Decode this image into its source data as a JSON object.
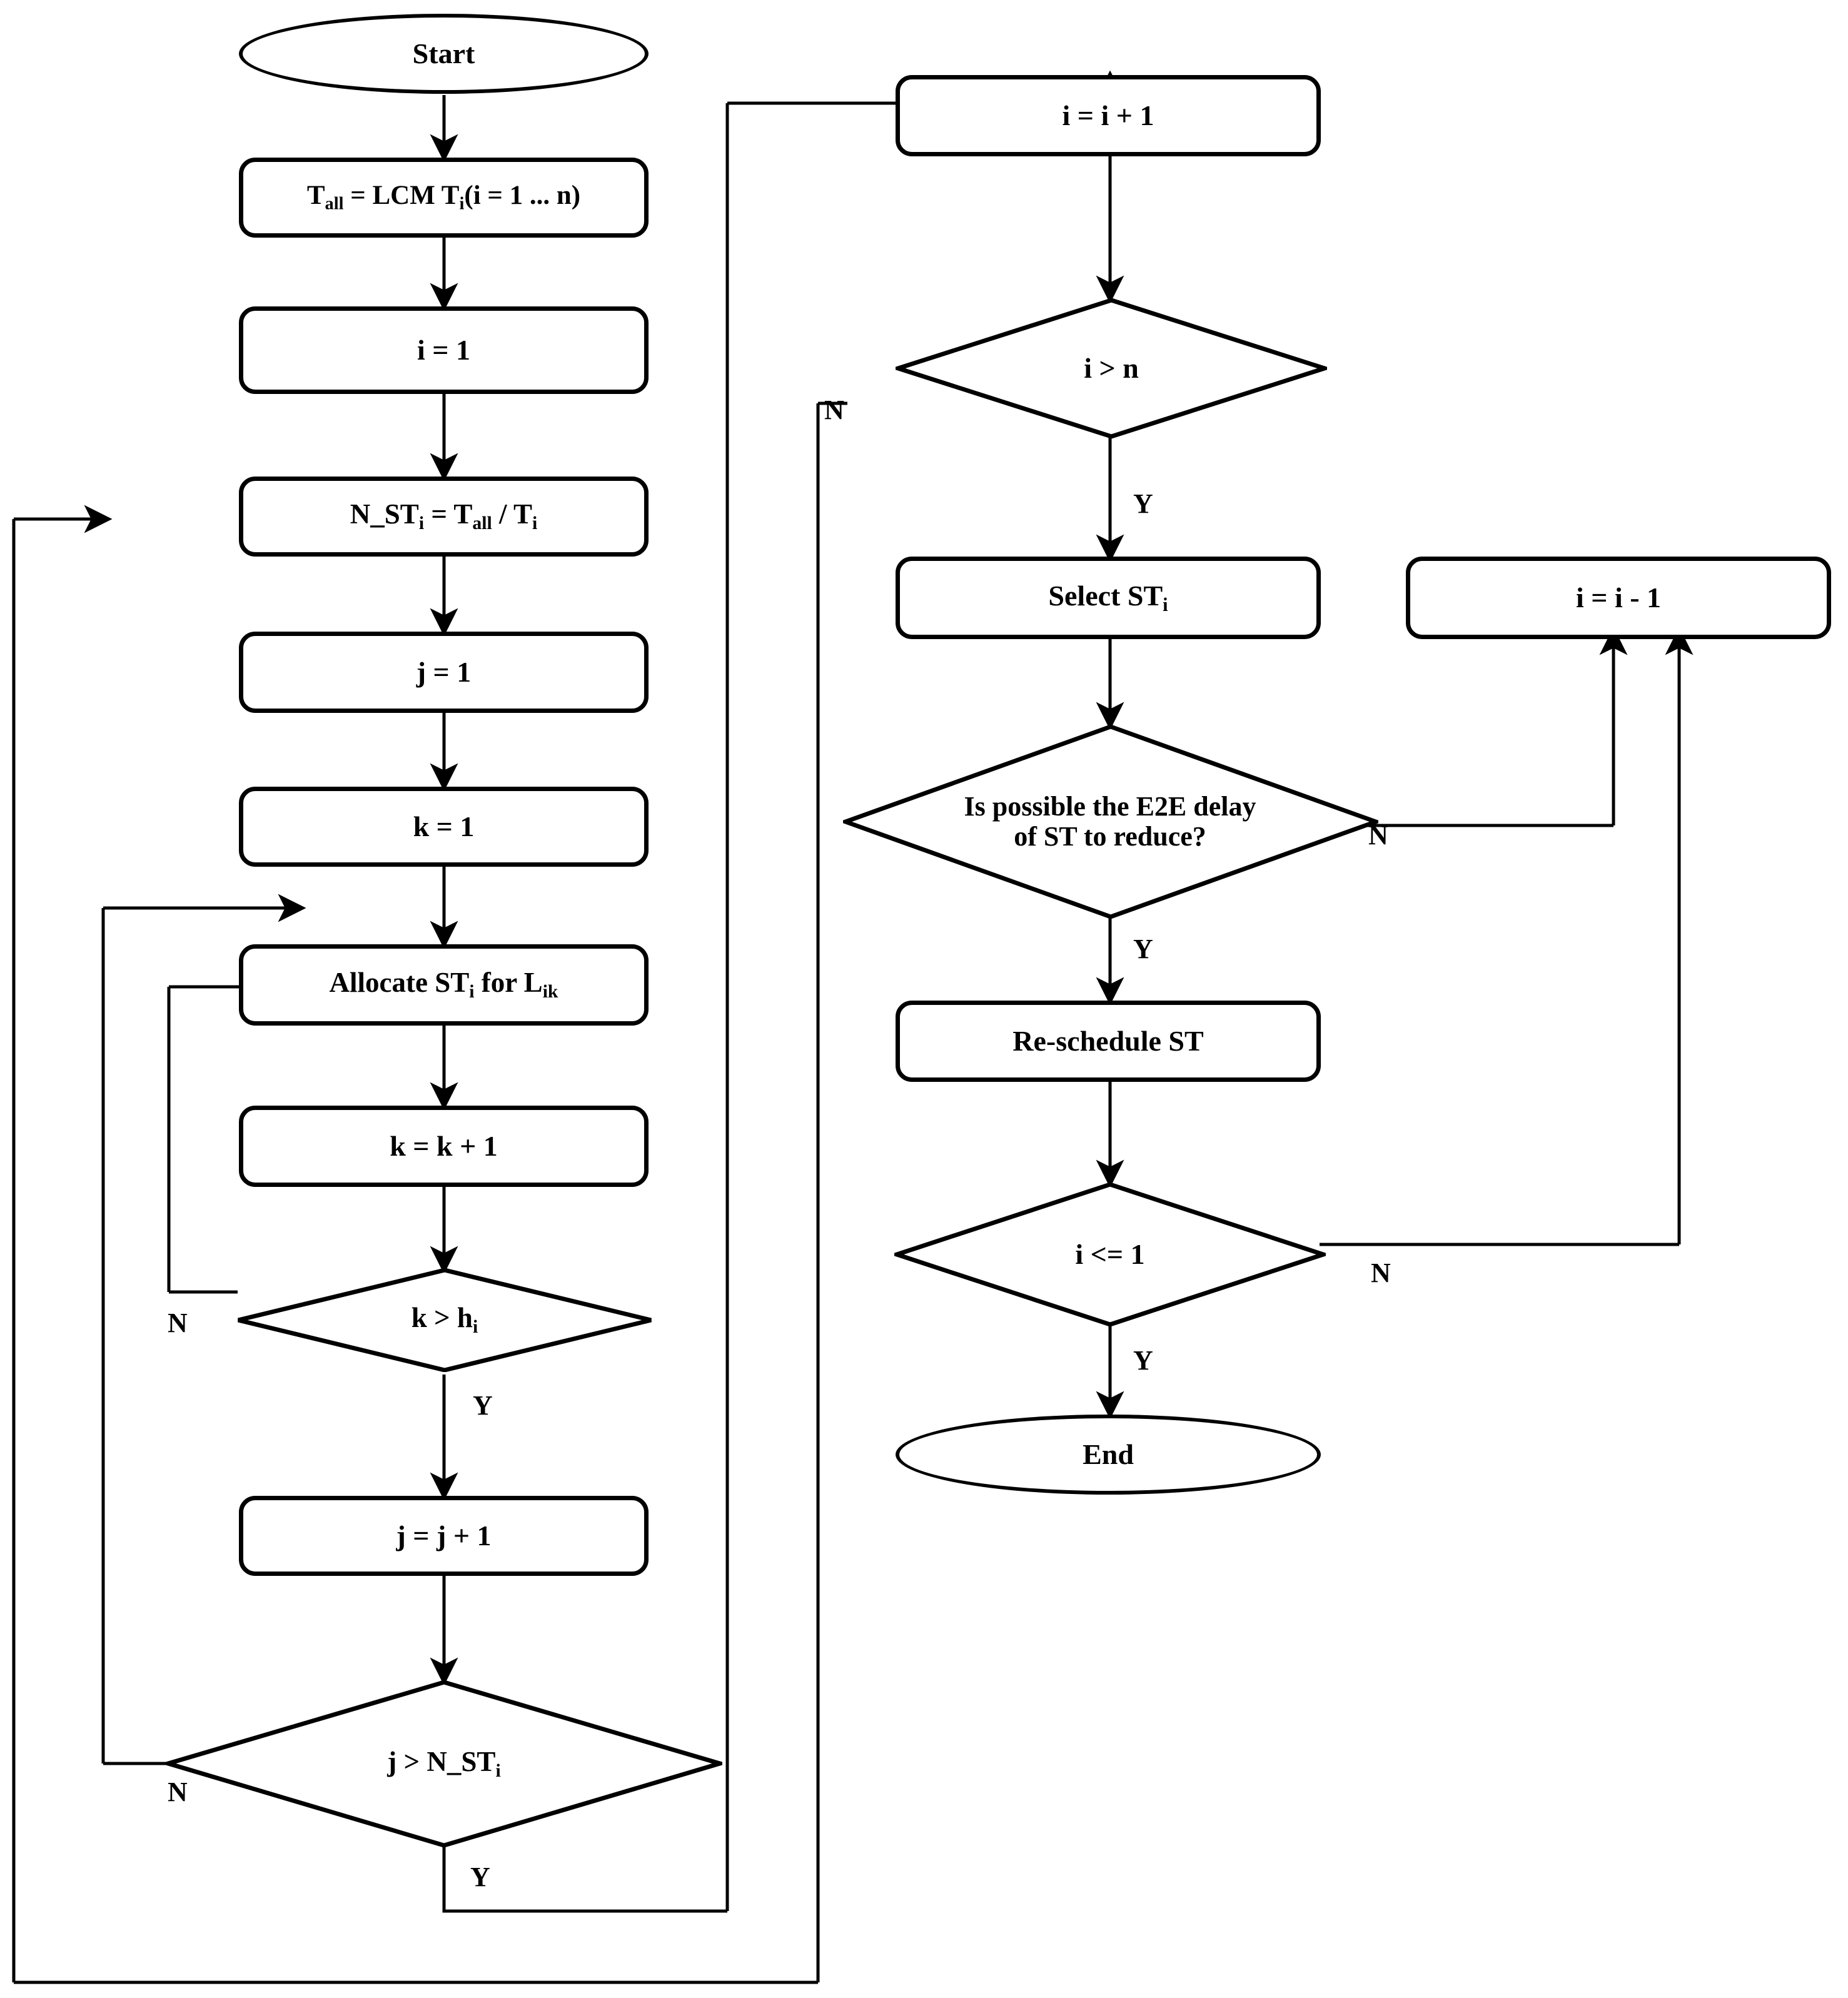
{
  "diagram": {
    "title": "Scheduling algorithm flowchart",
    "type": "flowchart",
    "stroke_color": "#000000",
    "background_color": "#ffffff"
  },
  "nodes": {
    "start": {
      "label": "Start",
      "shape": "terminator"
    },
    "t_all": {
      "label": "T_all = LCM T_i(i = 1 ... n)",
      "shape": "process"
    },
    "i_init": {
      "label": "i = 1",
      "shape": "process"
    },
    "n_st": {
      "label": "N_ST_i = T_all / T_i",
      "shape": "process"
    },
    "j_init": {
      "label": "j = 1",
      "shape": "process"
    },
    "k_init": {
      "label": "k = 1",
      "shape": "process"
    },
    "allocate": {
      "label": "Allocate ST_i for L_ik",
      "shape": "process"
    },
    "k_inc": {
      "label": "k = k + 1",
      "shape": "process"
    },
    "k_gt_h": {
      "label": "k > h_i",
      "shape": "decision"
    },
    "j_inc": {
      "label": "j = j + 1",
      "shape": "process"
    },
    "j_gt_nst": {
      "label": "j > N_ST_i",
      "shape": "decision"
    },
    "i_inc": {
      "label": "i = i + 1",
      "shape": "process"
    },
    "i_gt_n": {
      "label": "i > n",
      "shape": "decision"
    },
    "select_st": {
      "label": "Select ST_i",
      "shape": "process"
    },
    "i_dec": {
      "label": "i = i - 1",
      "shape": "process"
    },
    "e2e": {
      "label": "Is possible the E2E delay of ST to reduce?",
      "line1": "Is possible the E2E delay",
      "line2": "of ST to reduce?",
      "shape": "decision"
    },
    "reschedule": {
      "label": "Re-schedule ST",
      "shape": "process"
    },
    "i_le_1": {
      "label": "i <= 1",
      "shape": "decision"
    },
    "end": {
      "label": "End",
      "shape": "terminator"
    }
  },
  "edge_labels": {
    "k_gt_h_no": "N",
    "k_gt_h_yes": "Y",
    "j_gt_nst_no": "N",
    "j_gt_nst_yes": "Y",
    "i_gt_n_no": "N",
    "i_gt_n_yes": "Y",
    "e2e_no": "N",
    "e2e_yes": "Y",
    "i_le_1_no": "N",
    "i_le_1_yes": "Y"
  }
}
